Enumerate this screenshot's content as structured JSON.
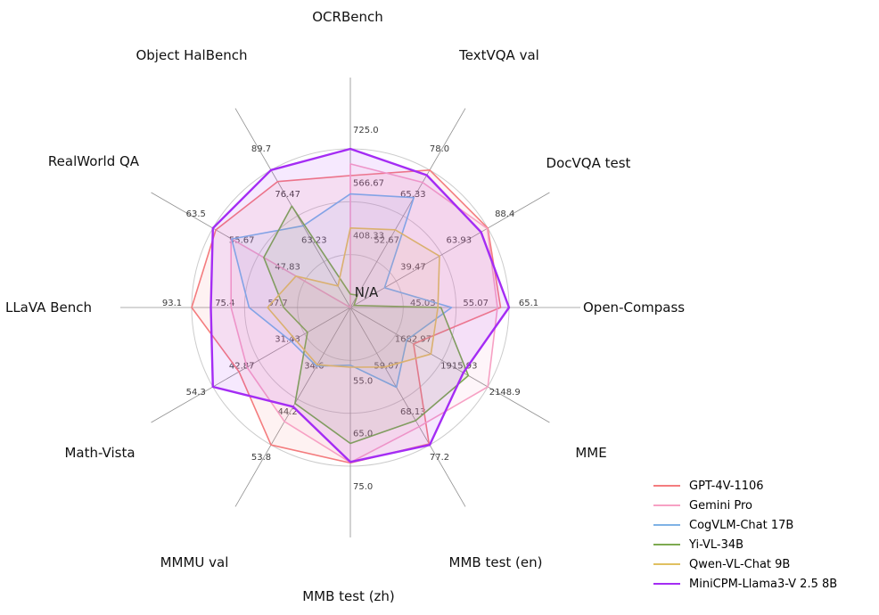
{
  "chart_data": {
    "type": "radar",
    "title": "",
    "center_label": "N/A",
    "grid_color": "#cccccc",
    "spoke_color": "#909090",
    "background": "#ffffff",
    "legend_position": "bottom-right",
    "rings": 3,
    "axes": [
      {
        "label": "OCRBench",
        "ticks": [
          408.33,
          566.67,
          725.0
        ],
        "tick_labels": [
          "408.33",
          "566.67",
          "725.0"
        ]
      },
      {
        "label": "TextVQA val",
        "ticks": [
          52.67,
          65.33,
          78.0
        ],
        "tick_labels": [
          "52.67",
          "65.33",
          "78.0"
        ]
      },
      {
        "label": "DocVQA test",
        "ticks": [
          39.47,
          63.93,
          88.4
        ],
        "tick_labels": [
          "39.47",
          "63.93",
          "88.4"
        ]
      },
      {
        "label": "Open-Compass",
        "ticks": [
          45.03,
          55.07,
          65.1
        ],
        "tick_labels": [
          "45.03",
          "55.07",
          "65.1"
        ]
      },
      {
        "label": "MME",
        "ticks": [
          1682.97,
          1915.93,
          2148.9
        ],
        "tick_labels": [
          "1682.97",
          "1915.93",
          "2148.9"
        ]
      },
      {
        "label": "MMB test (en)",
        "ticks": [
          59.07,
          68.13,
          77.2
        ],
        "tick_labels": [
          "59.07",
          "68.13",
          "77.2"
        ]
      },
      {
        "label": "MMB test (zh)",
        "ticks": [
          55.0,
          65.0,
          75.0
        ],
        "tick_labels": [
          "55.0",
          "65.0",
          "75.0"
        ]
      },
      {
        "label": "MMMU val",
        "ticks": [
          34.6,
          44.2,
          53.8
        ],
        "tick_labels": [
          "34.6",
          "44.2",
          "53.8"
        ]
      },
      {
        "label": "Math-Vista",
        "ticks": [
          31.43,
          42.87,
          54.3
        ],
        "tick_labels": [
          "31.43",
          "42.87",
          "54.3"
        ]
      },
      {
        "label": "LLaVA Bench",
        "ticks": [
          57.7,
          75.4,
          93.1
        ],
        "tick_labels": [
          "57.7",
          "75.4",
          "93.1"
        ]
      },
      {
        "label": "RealWorld QA",
        "ticks": [
          47.83,
          55.67,
          63.5
        ],
        "tick_labels": [
          "47.83",
          "55.67",
          "63.5"
        ]
      },
      {
        "label": "Object HalBench",
        "ticks": [
          63.23,
          76.47,
          89.7
        ],
        "tick_labels": [
          "63.23",
          "76.47",
          "89.7"
        ]
      }
    ],
    "series": [
      {
        "name": "GPT-4V-1106",
        "color": "#f47c7e",
        "line_width": 1.6,
        "values": [
          645,
          78.0,
          88.4,
          63.5,
          1771.5,
          77.0,
          74.4,
          53.8,
          47.8,
          93.1,
          63.0,
          86.4
        ]
      },
      {
        "name": "Gemini Pro",
        "color": "#f7a1c4",
        "line_width": 1.6,
        "values": [
          680,
          74.6,
          88.1,
          62.9,
          2148.9,
          73.6,
          74.3,
          48.9,
          45.8,
          79.9,
          60.4,
          null
        ]
      },
      {
        "name": "CogVLM-Chat 17B",
        "color": "#7fb2e5",
        "line_width": 1.6,
        "values": [
          590,
          70.4,
          33.3,
          54.2,
          1736.6,
          65.8,
          55.9,
          37.3,
          34.7,
          73.9,
          60.3,
          73.6
        ]
      },
      {
        "name": "Yi-VL-34B",
        "color": "#7daa50",
        "line_width": 1.6,
        "values": [
          290,
          43.4,
          16.9,
          52.2,
          2050.2,
          72.4,
          70.7,
          45.1,
          30.7,
          62.3,
          54.8,
          79.3
        ]
      },
      {
        "name": "Qwen-VL-Chat 9B",
        "color": "#e0c060",
        "line_width": 1.6,
        "values": [
          488,
          61.5,
          62.6,
          51.6,
          1860.0,
          61.8,
          56.3,
          37.0,
          33.8,
          67.7,
          49.3,
          56.2
        ]
      },
      {
        "name": "MiniCPM-Llama3-V 2.5 8B",
        "color": "#a42cf4",
        "line_width": 2.4,
        "values": [
          725,
          76.6,
          84.8,
          65.1,
          2024.6,
          77.2,
          74.2,
          45.8,
          54.3,
          86.7,
          63.5,
          89.7
        ]
      }
    ]
  }
}
